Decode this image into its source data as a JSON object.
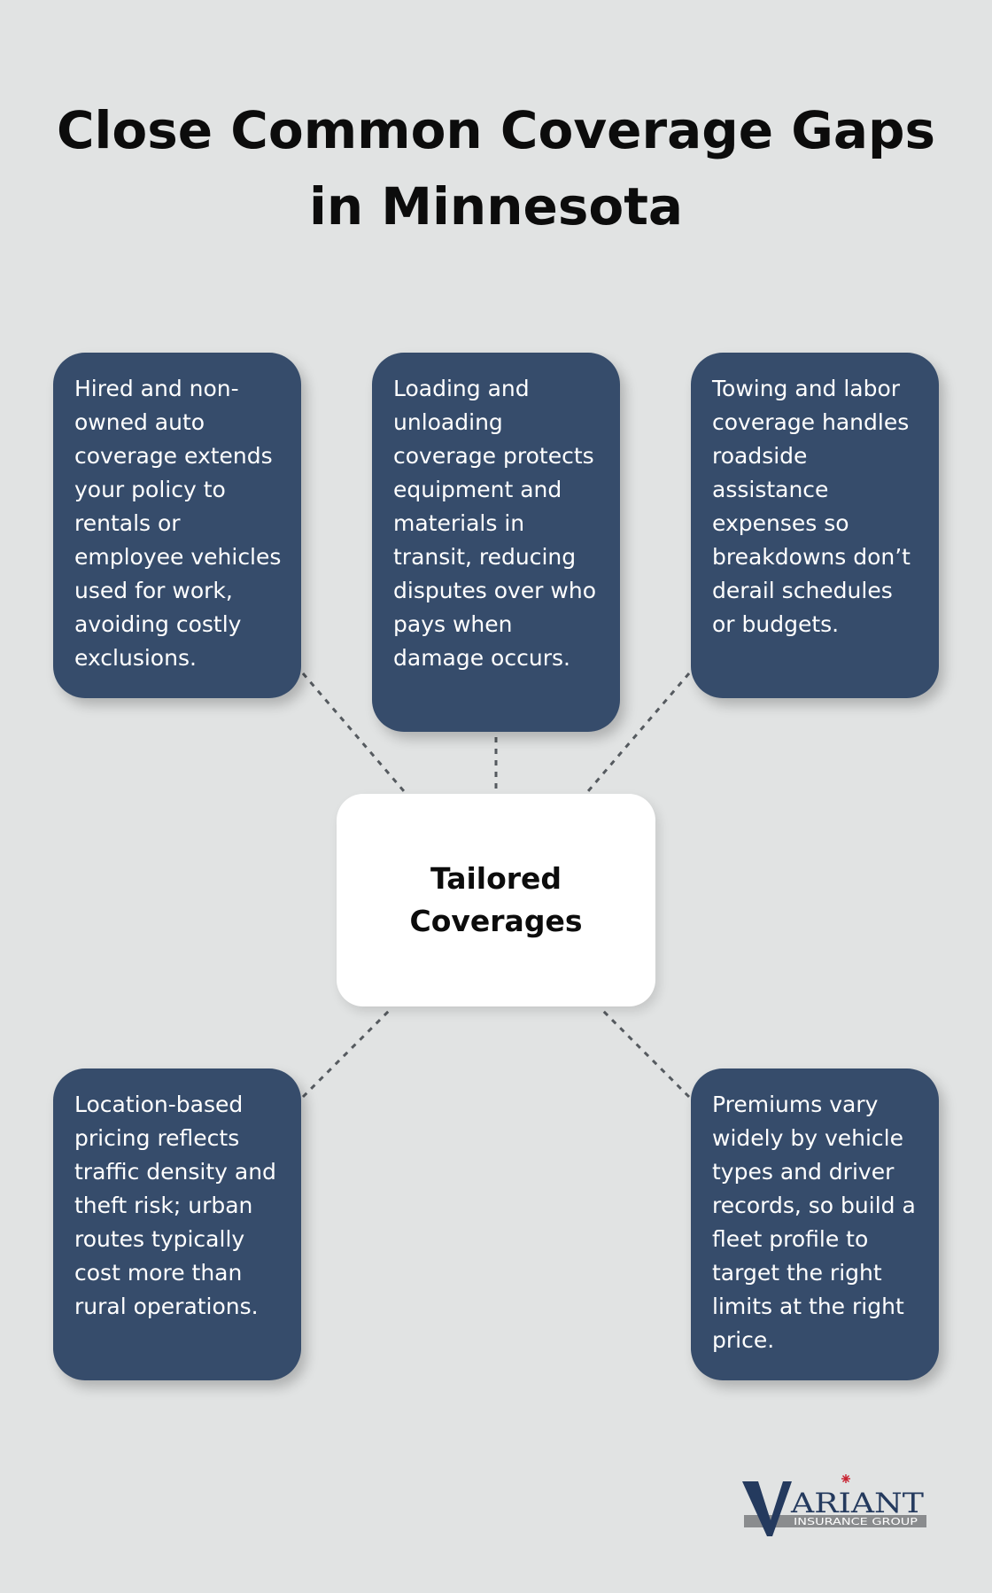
{
  "title": {
    "line1": "Close Common Coverage Gaps",
    "line2": "in Minnesota"
  },
  "center": {
    "label": "Tailored Coverages"
  },
  "cards": [
    "Hired and non-owned auto coverage extends your policy to rentals or employee vehicles used for work, avoiding costly exclusions.",
    "Loading and unloading coverage protects equipment and materials in transit, reducing disputes over who pays when damage occurs.",
    "Towing and labor coverage handles roadside assistance expenses so breakdowns don’t derail schedules or budgets.",
    "Location-based pricing reflects traffic density and theft risk; urban routes typically cost more than rural operations.",
    "Premiums vary widely by vehicle types and driver records, so build a fleet profile to target the right limits at the right price."
  ],
  "logo": {
    "brand": "VARIANT",
    "tagline": "INSURANCE GROUP"
  },
  "colors": {
    "background": "#e1e3e3",
    "card": "#364c6b",
    "center_card": "#ffffff",
    "logo_navy": "#243a5e",
    "logo_gray": "#8a8c8e",
    "logo_accent": "#c8202f"
  }
}
